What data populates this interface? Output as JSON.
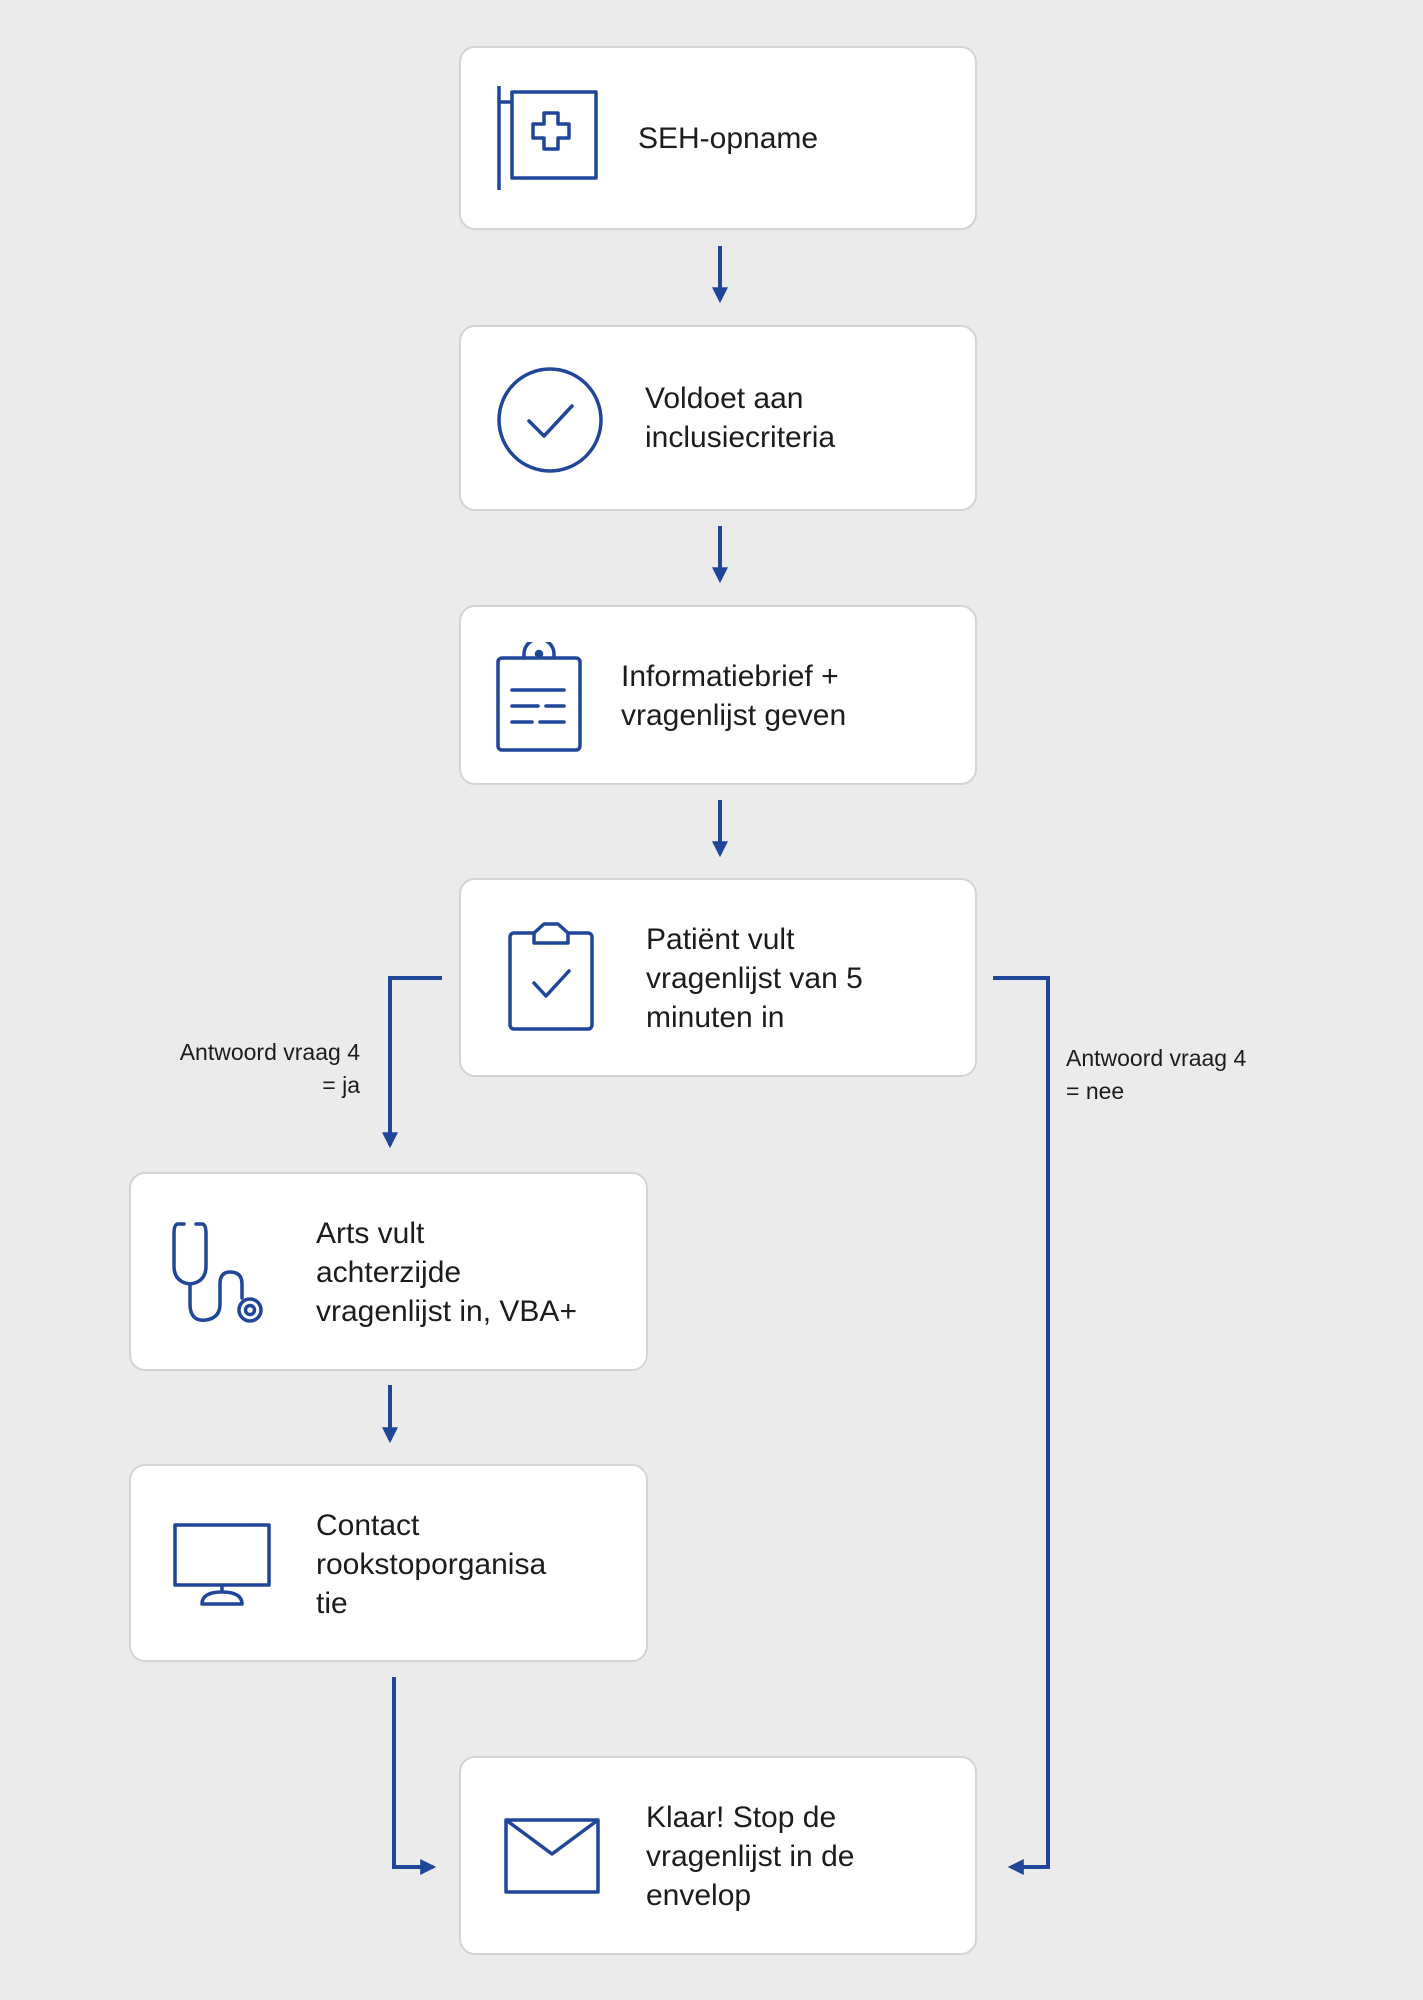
{
  "diagram": {
    "colors": {
      "background": "#ebebeb",
      "card": "#ffffff",
      "card_border": "#d4d4d4",
      "accent": "#1f4699",
      "text": "#1c1c1c"
    },
    "steps": [
      {
        "id": "seh",
        "label": "SEH-opname",
        "icon": "hospital-sign-icon"
      },
      {
        "id": "criteria",
        "label": "Voldoet aan\ninclusiecriteria",
        "icon": "check-circle-icon"
      },
      {
        "id": "info",
        "label": "Informatiebrief +\nvragenlijst geven",
        "icon": "clipboard-list-icon"
      },
      {
        "id": "patient",
        "label": "Patiënt vult\nvragenlijst van 5\nminuten in",
        "icon": "clipboard-check-icon"
      },
      {
        "id": "arts",
        "label": "Arts vult\nachterzijde\nvragenlijst in, VBA+",
        "icon": "stethoscope-icon"
      },
      {
        "id": "contact",
        "label": "Contact\nrookstoporganisa\ntie",
        "icon": "monitor-icon"
      },
      {
        "id": "klaar",
        "label": "Klaar! Stop de\nvragenlijst in de\nenvelop",
        "icon": "envelope-icon"
      }
    ],
    "edges": [
      {
        "from": "seh",
        "to": "criteria",
        "label": ""
      },
      {
        "from": "criteria",
        "to": "info",
        "label": ""
      },
      {
        "from": "info",
        "to": "patient",
        "label": ""
      },
      {
        "from": "patient",
        "to": "arts",
        "label": "Antwoord vraag 4\n= ja"
      },
      {
        "from": "patient",
        "to": "klaar",
        "label": "Antwoord vraag 4\n= nee"
      },
      {
        "from": "arts",
        "to": "contact",
        "label": ""
      },
      {
        "from": "contact",
        "to": "klaar",
        "label": ""
      }
    ]
  }
}
